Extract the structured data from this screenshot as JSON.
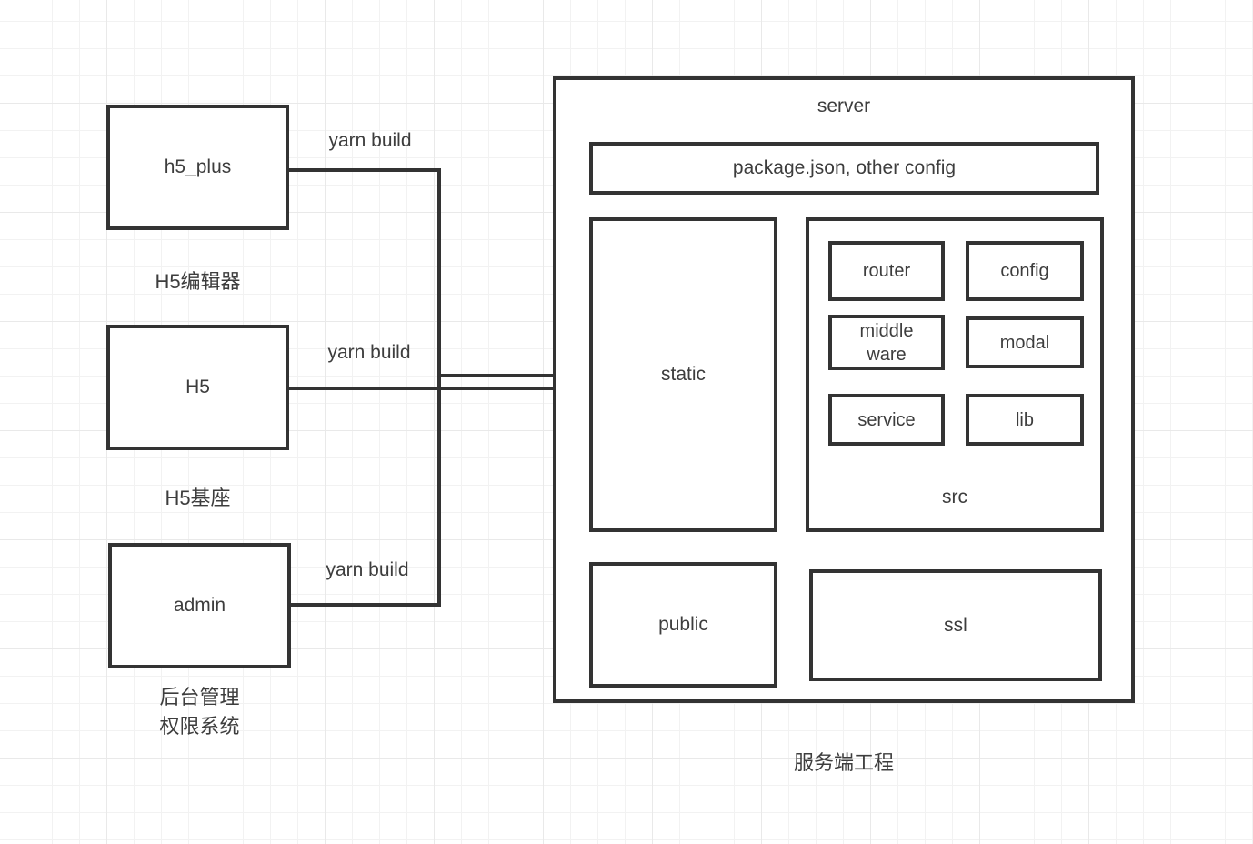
{
  "colors": {
    "stroke": "#333333",
    "text": "#3d3d3d",
    "background": "#ffffff",
    "grid_minor": "#f2f2f2",
    "grid_major": "#e9e9e9"
  },
  "clients": {
    "h5_plus": {
      "label": "h5_plus",
      "caption": "H5编辑器",
      "build_label": "yarn build"
    },
    "h5": {
      "label": "H5",
      "caption": "H5基座",
      "build_label": "yarn build"
    },
    "admin": {
      "label": "admin",
      "caption": "后台管理\n权限系统",
      "build_label": "yarn build"
    }
  },
  "server": {
    "title": "server",
    "caption": "服务端工程",
    "package_box": {
      "label": "package.json, other config"
    },
    "static_box": {
      "label": "static"
    },
    "src": {
      "label": "src",
      "modules": [
        {
          "label": "router"
        },
        {
          "label": "config"
        },
        {
          "label": "middle\nware"
        },
        {
          "label": "modal"
        },
        {
          "label": "service"
        },
        {
          "label": "lib"
        }
      ]
    },
    "public_box": {
      "label": "public"
    },
    "ssl_box": {
      "label": "ssl"
    }
  }
}
